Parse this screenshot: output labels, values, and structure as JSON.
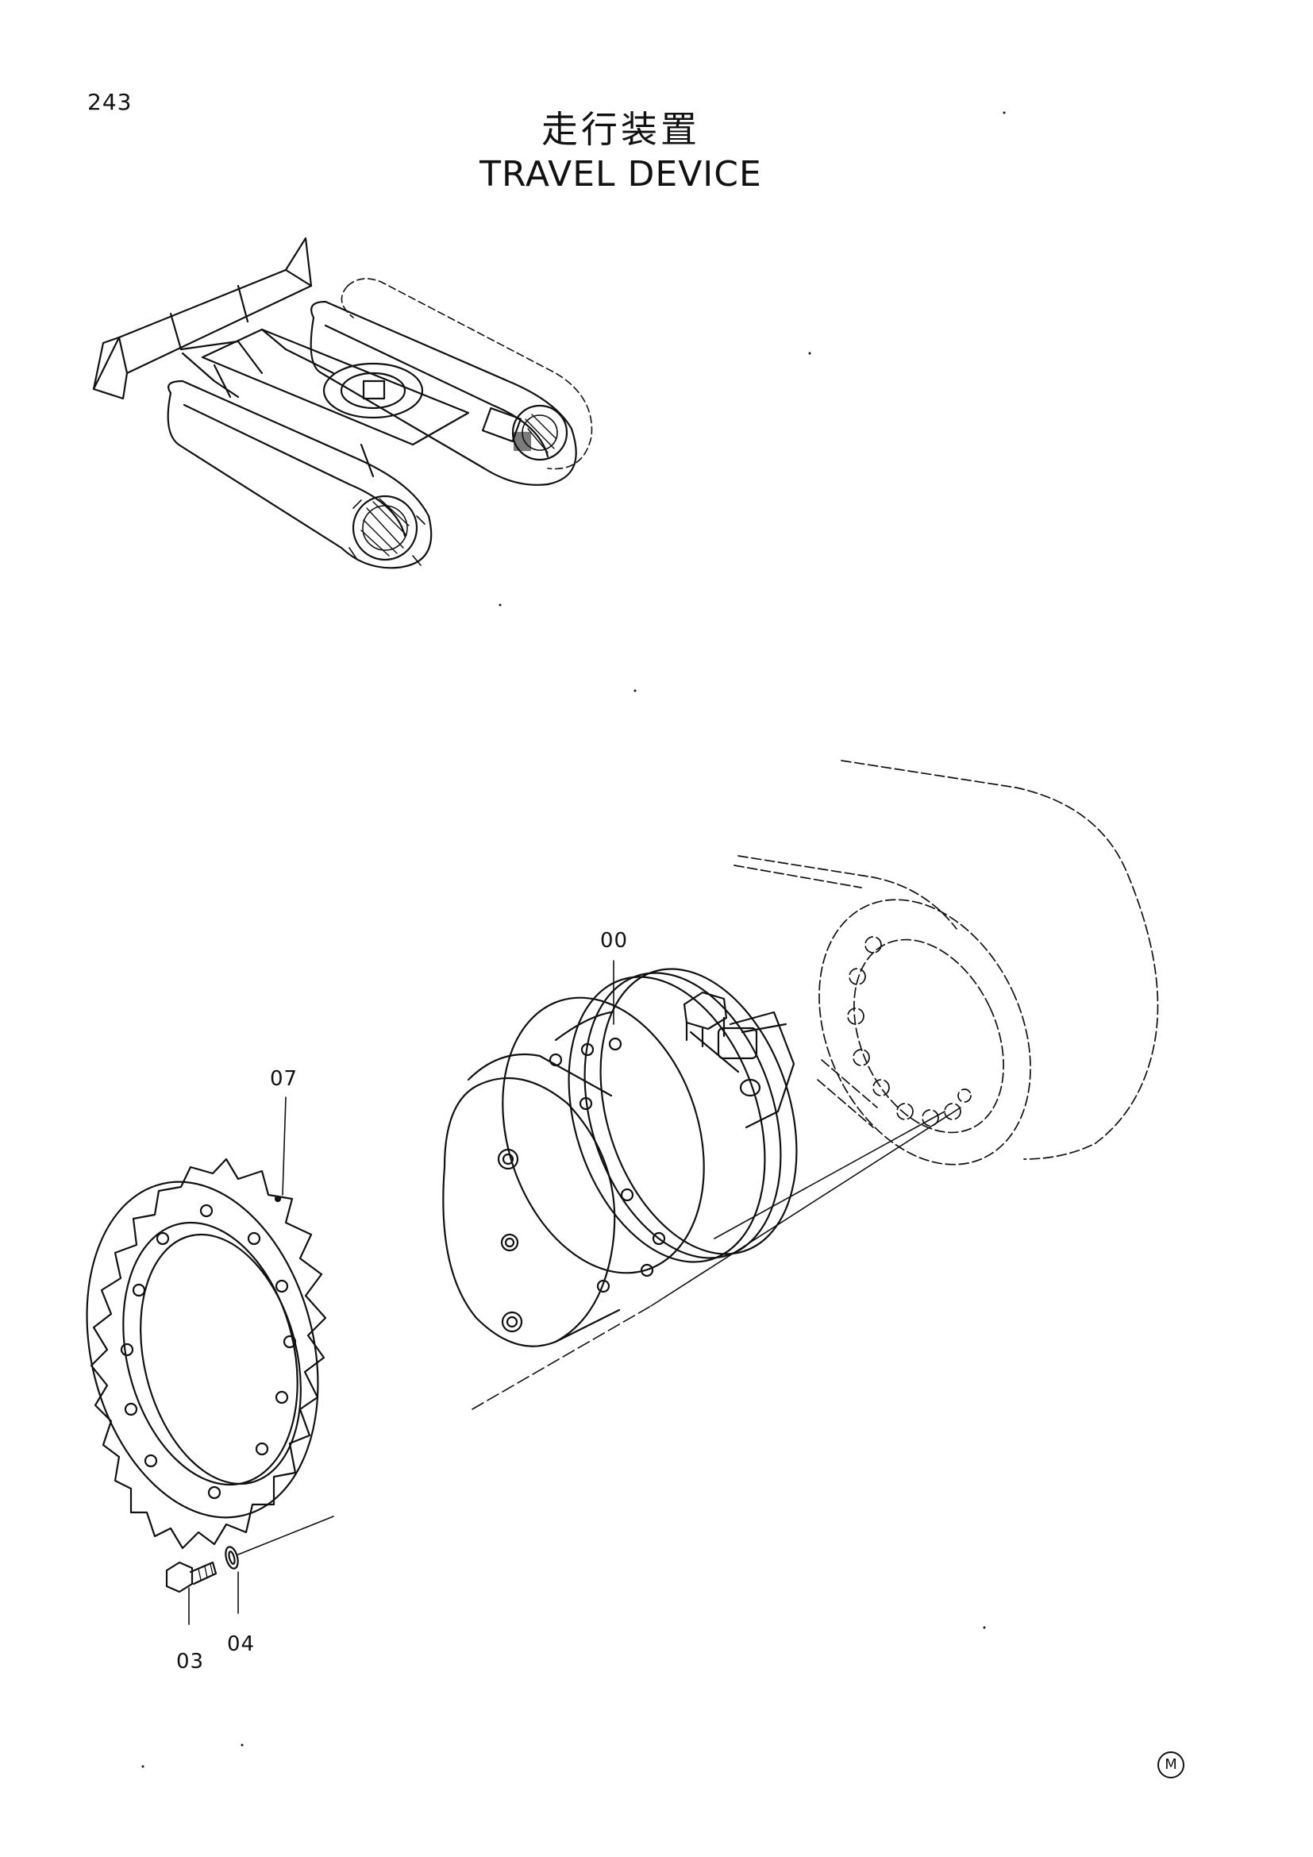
{
  "page": {
    "number": "243"
  },
  "title": {
    "japanese": "走行装置",
    "english": "TRAVEL DEVICE"
  },
  "overview": {
    "depicts": "crawler-undercarriage-with-travel-devices"
  },
  "callouts": [
    {
      "id": "c00",
      "label": "00"
    },
    {
      "id": "c07",
      "label": "07"
    },
    {
      "id": "c03",
      "label": "03"
    },
    {
      "id": "c04",
      "label": "04"
    }
  ],
  "footer": {
    "mark": "M"
  }
}
